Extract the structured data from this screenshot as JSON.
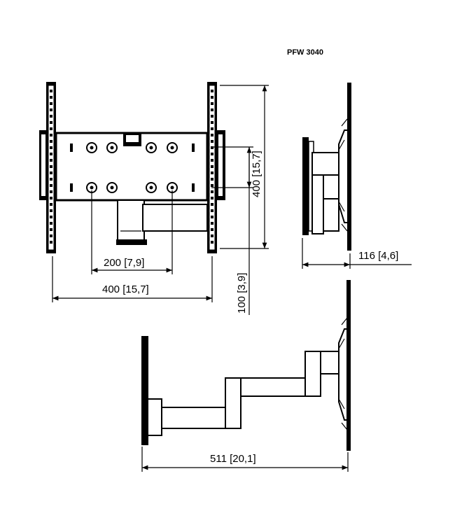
{
  "model": "PFW 3040",
  "dimensions": {
    "hole_spacing_small": "200 [7,9]",
    "rail_spacing": "400 [15,7]",
    "vertical_height": "400 [15,7]",
    "vertical_offset": "100 [3,9]",
    "depth_retracted": "116 [4,6]",
    "depth_extended": "511 [20,1]"
  }
}
